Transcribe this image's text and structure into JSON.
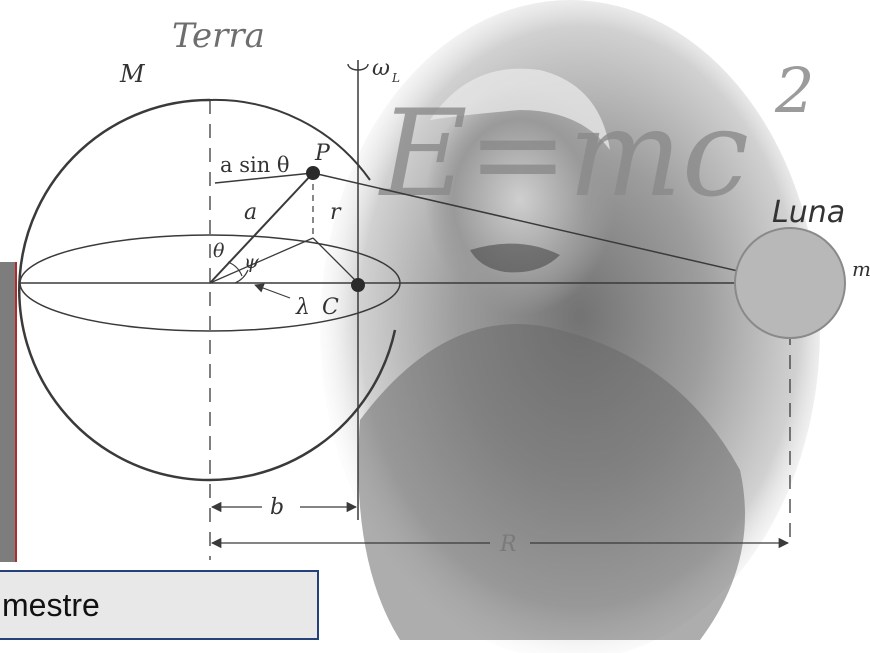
{
  "labels": {
    "earth": "Terra",
    "earth_mass": "M",
    "moon": "Luna",
    "moon_mass": "m",
    "omega": "ω",
    "omega_sub": "L",
    "a_sin_theta": "a sin θ",
    "point_p": "P",
    "radius_a": "a",
    "distance_r": "r",
    "theta": "θ",
    "psi": "ψ",
    "lambda": "λ",
    "center_c": "C",
    "distance_b": "b",
    "distance_R": "R",
    "formula_main": "E=mc",
    "formula_exp": "2"
  },
  "footer": {
    "box_text": "mestre"
  },
  "colors": {
    "line": "#3a3a3a",
    "moon_fill": "#b8b8b8",
    "formula": "#8a8a8a",
    "box_border": "#24427a",
    "bar_red": "#b32a2a"
  },
  "decorations": {
    "portrait": "portrait-silhouette"
  }
}
